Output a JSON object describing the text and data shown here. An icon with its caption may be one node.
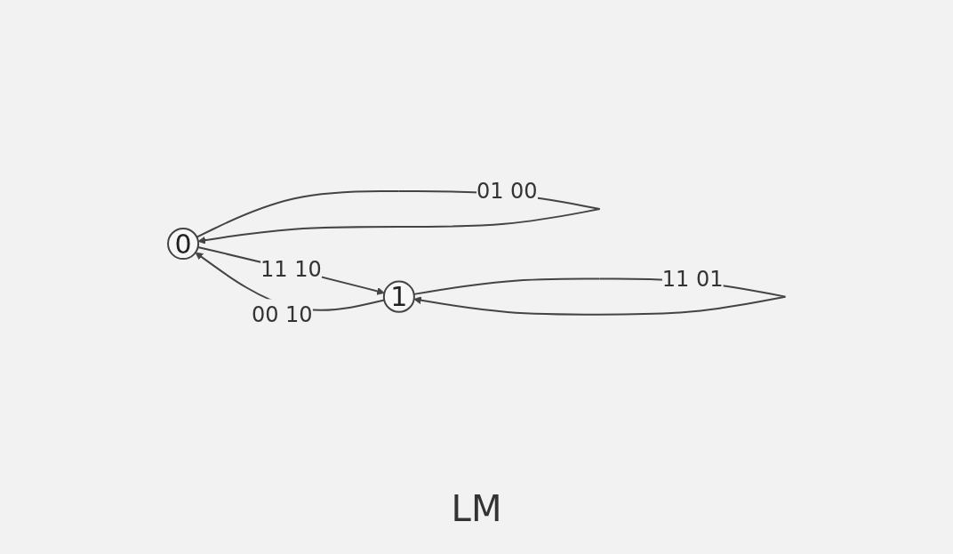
{
  "diagram": {
    "nodes": [
      {
        "text": [
          "0"
        ]
      },
      {
        "text": [
          "1"
        ]
      }
    ],
    "edges": [
      {
        "from": 0,
        "to": 0,
        "arrow": "to",
        "label": "01 00"
      },
      {
        "from": 0,
        "to": 1,
        "arrow": "to",
        "label": "11 10"
      },
      {
        "from": 1,
        "to": 1,
        "arrow": "to",
        "label": "11 01"
      },
      {
        "from": 1,
        "to": 0,
        "arrow": "to",
        "label": "00 10"
      }
    ],
    "labels": [
      "LM"
    ]
  }
}
